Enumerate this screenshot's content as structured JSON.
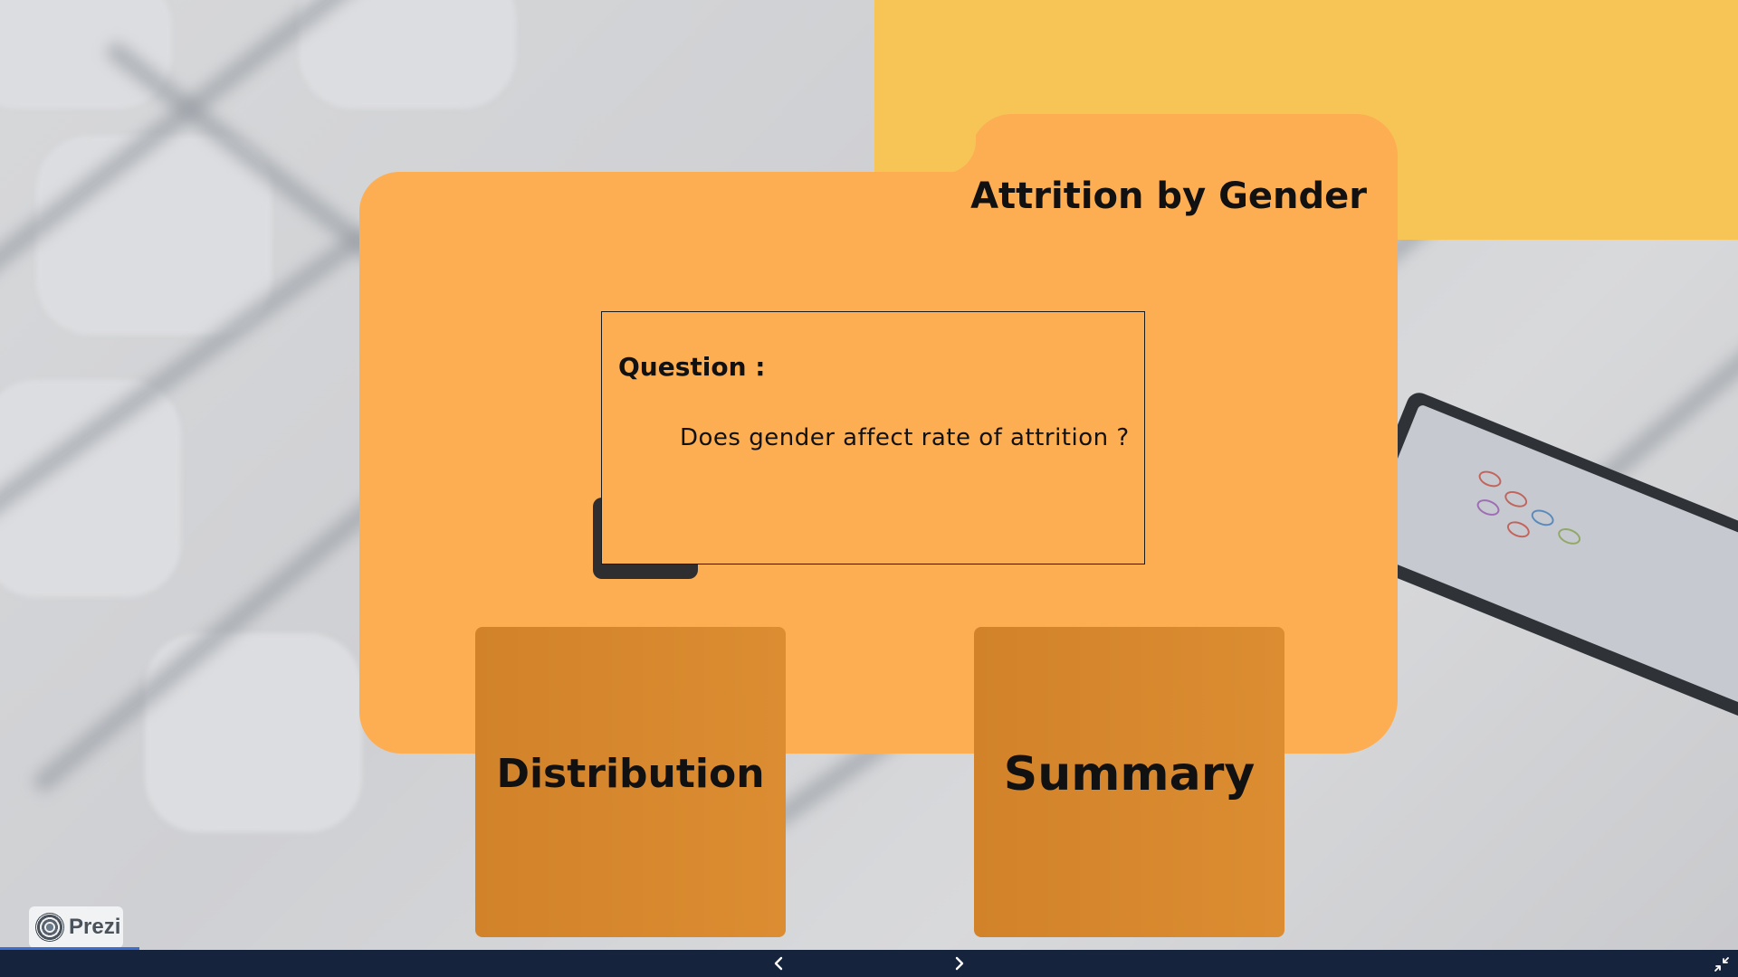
{
  "slide": {
    "title": "Attrition by Gender",
    "question_label": "Question :",
    "question_text": "Does gender affect rate of attrition ?",
    "cards": [
      {
        "label": "Distribution"
      },
      {
        "label": "Summary"
      }
    ]
  },
  "branding": {
    "logo_text": "Prezi"
  },
  "navigation": {
    "prev_icon": "chevron-left",
    "next_icon": "chevron-right",
    "fullscreen_icon": "exit-fullscreen"
  },
  "colors": {
    "folder": "#fdad52",
    "yellow_block": "#f7c555",
    "card": "#d88a30",
    "bottom_bar": "#15233c",
    "progress": "#3c6fd1"
  }
}
